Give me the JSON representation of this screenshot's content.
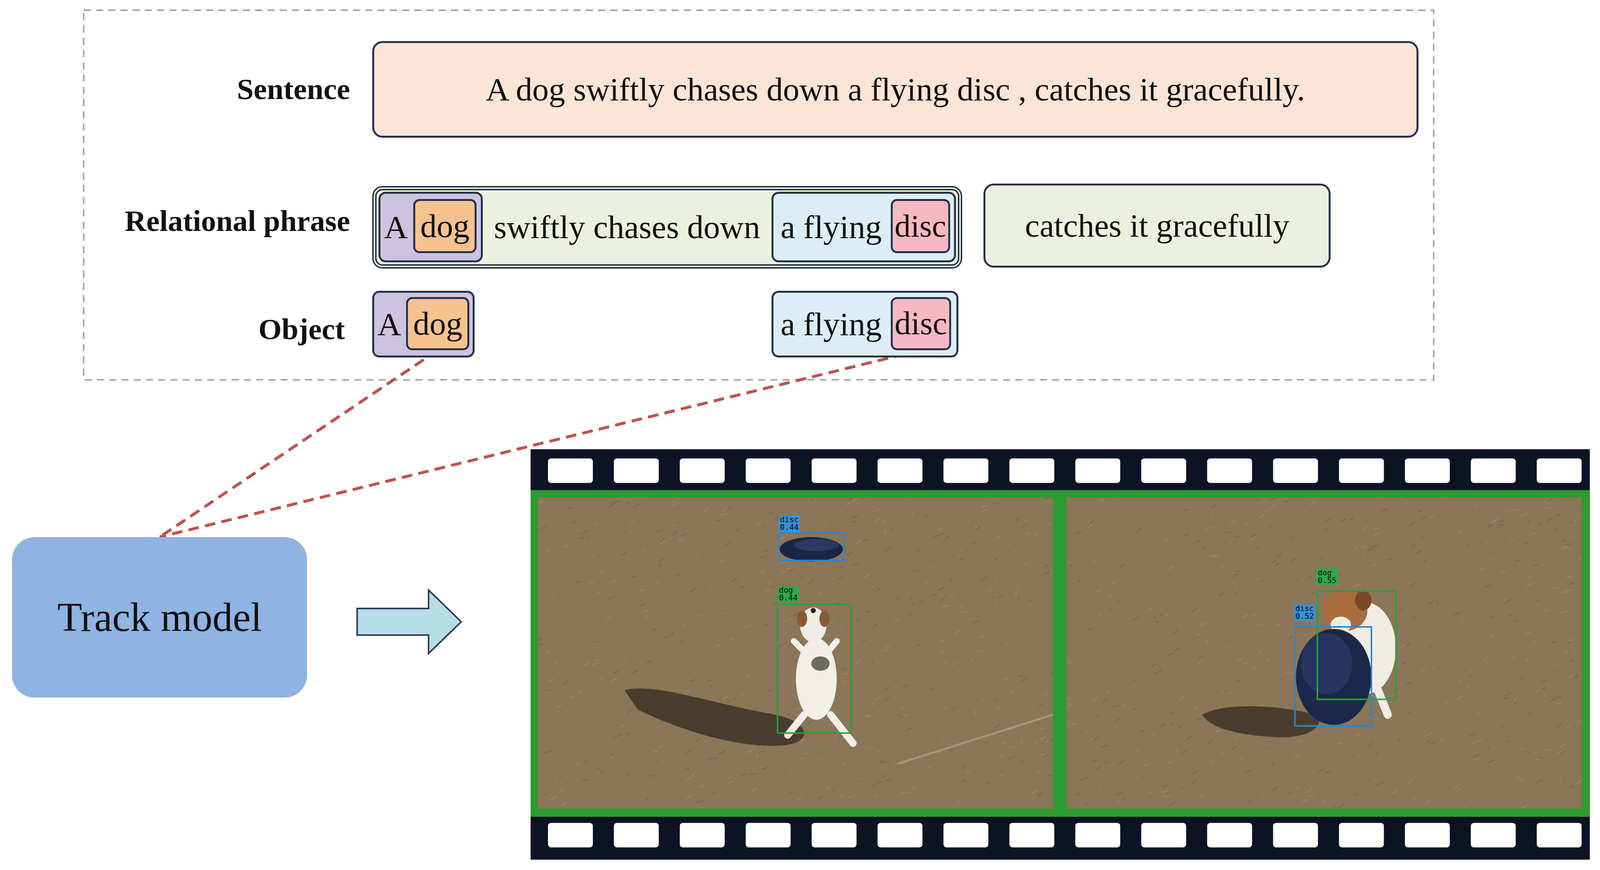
{
  "diagram": {
    "nodes": [
      {
        "text": [
          "A dog swiftly chases down a flying disc , catches it gracefully."
        ]
      },
      {
        "text": [
          "swiftly chases down"
        ]
      },
      {
        "text": [
          "A"
        ],
        "in": 1
      },
      {
        "text": [
          "dog"
        ],
        "in": 2
      },
      {
        "text": [
          "a flying"
        ],
        "in": 1
      },
      {
        "text": [
          "disc"
        ],
        "in": 4
      },
      {
        "text": [
          "catches it gracefully"
        ]
      },
      {
        "text": [
          "A"
        ]
      },
      {
        "text": [
          "dog"
        ],
        "in": 7
      },
      {
        "text": [
          "a flying"
        ]
      },
      {
        "text": [
          "disc"
        ],
        "in": 9
      },
      {
        "text": [
          "Track model"
        ]
      }
    ],
    "edges": [
      {
        "from": 8,
        "to": 11,
        "arrow": "none"
      },
      {
        "from": 10,
        "to": 11,
        "arrow": "none"
      }
    ],
    "labels": [
      "Sentence",
      "Relational phrase",
      "Object",
      "disc",
      "0.44",
      "dog",
      "0.44",
      "dog",
      "0.55",
      "disc",
      "0.52"
    ]
  }
}
